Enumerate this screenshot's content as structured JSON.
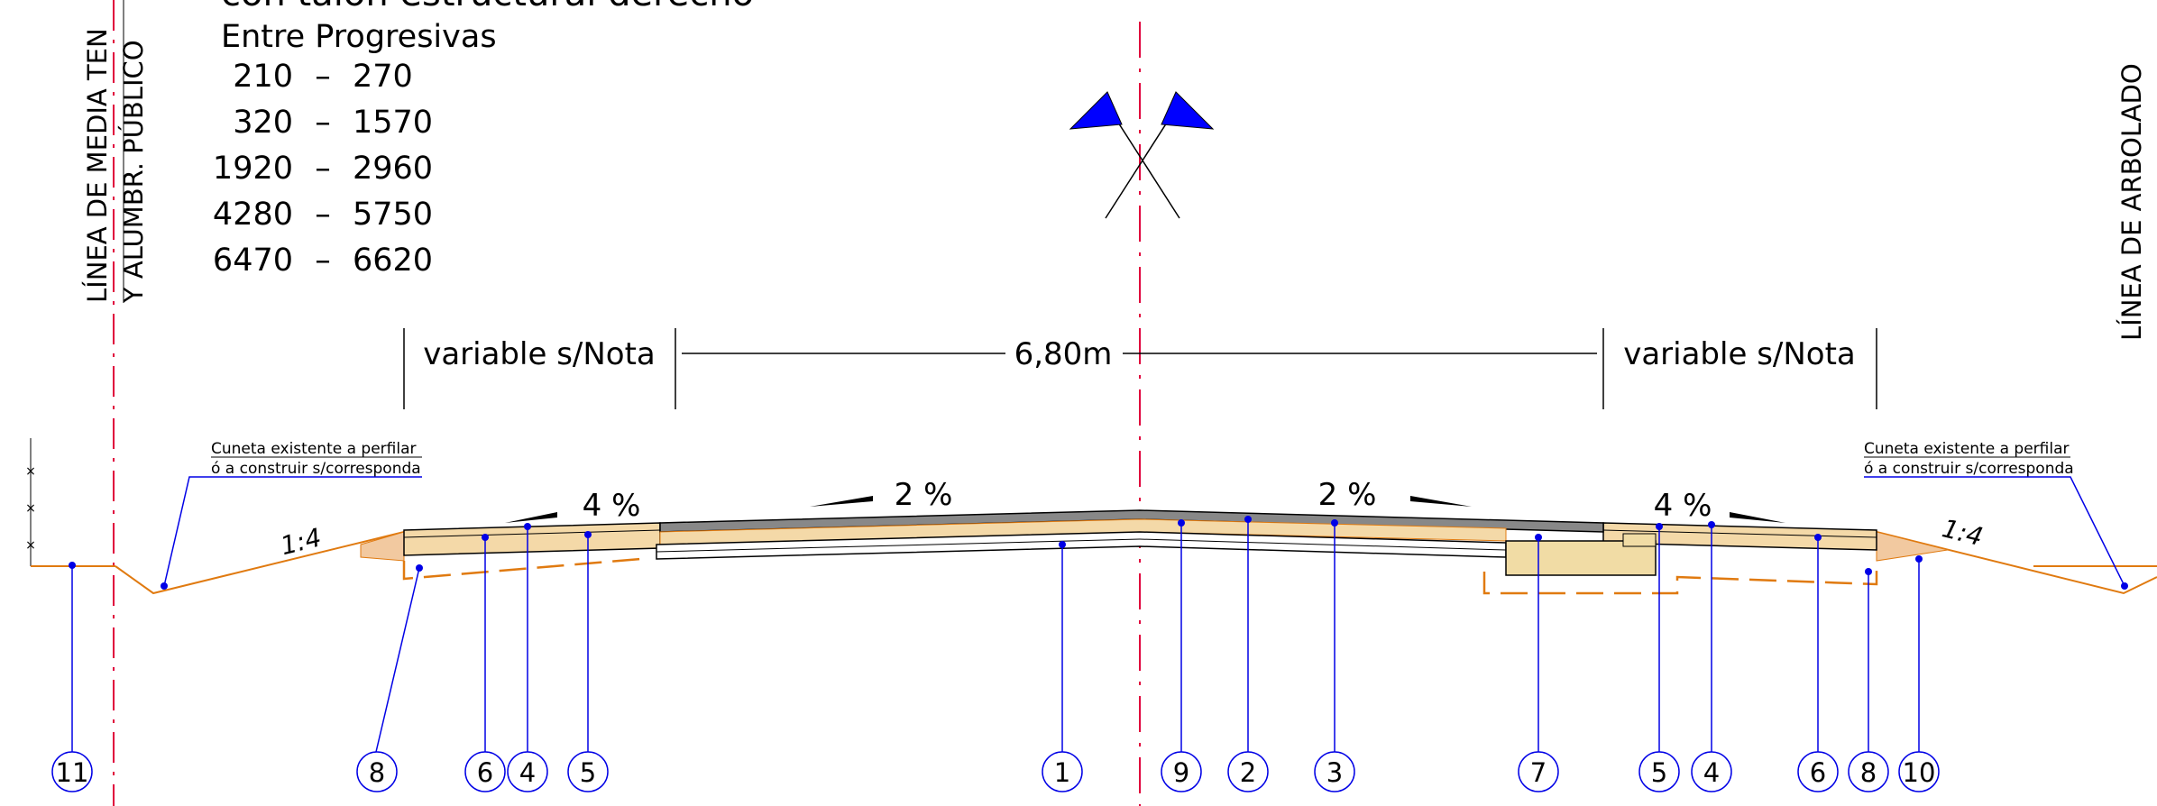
{
  "vertical_labels": {
    "left_main": "LÍNEA DE MEDIA TEN",
    "left_sub": "Y ALUMBR. PÚBLICO",
    "right_main": "LÍNEA DE ARBOLADO"
  },
  "title": {
    "partial_line": "con talón estructural derecho",
    "heading": "Entre Progresivas",
    "ranges": [
      {
        "from": "210",
        "sep": "–",
        "to": "270"
      },
      {
        "from": "320",
        "sep": "–",
        "to": "1570"
      },
      {
        "from": "1920",
        "sep": "–",
        "to": "2960"
      },
      {
        "from": "4280",
        "sep": "–",
        "to": "5750"
      },
      {
        "from": "6470",
        "sep": "–",
        "to": "6620"
      }
    ]
  },
  "dimensions": {
    "left_variable": "variable s/Nota",
    "center": "6,80m",
    "right_variable": "variable s/Nota"
  },
  "notes": {
    "cuneta_left_1": "Cuneta existente a perfilar",
    "cuneta_left_2": "ó a construir s/corresponda",
    "cuneta_right_1": "Cuneta existente a perfilar",
    "cuneta_right_2": "ó a construir s/corresponda"
  },
  "slopes": {
    "left_shoulder": "4 %",
    "left_lane": "2 %",
    "right_lane": "2 %",
    "right_shoulder": "4 %",
    "left_embankment": "1:4",
    "right_embankment": "1:4"
  },
  "callouts": [
    "11",
    "8",
    "6",
    "4",
    "5",
    "1",
    "9",
    "2",
    "3",
    "7",
    "5",
    "4",
    "6",
    "8",
    "10"
  ],
  "colors": {
    "axis_red": "#e0003c",
    "leader_blue": "#0000e6",
    "flag_blue": "#0000ff",
    "earth_orange": "#e07a10",
    "line_black": "#000000"
  }
}
